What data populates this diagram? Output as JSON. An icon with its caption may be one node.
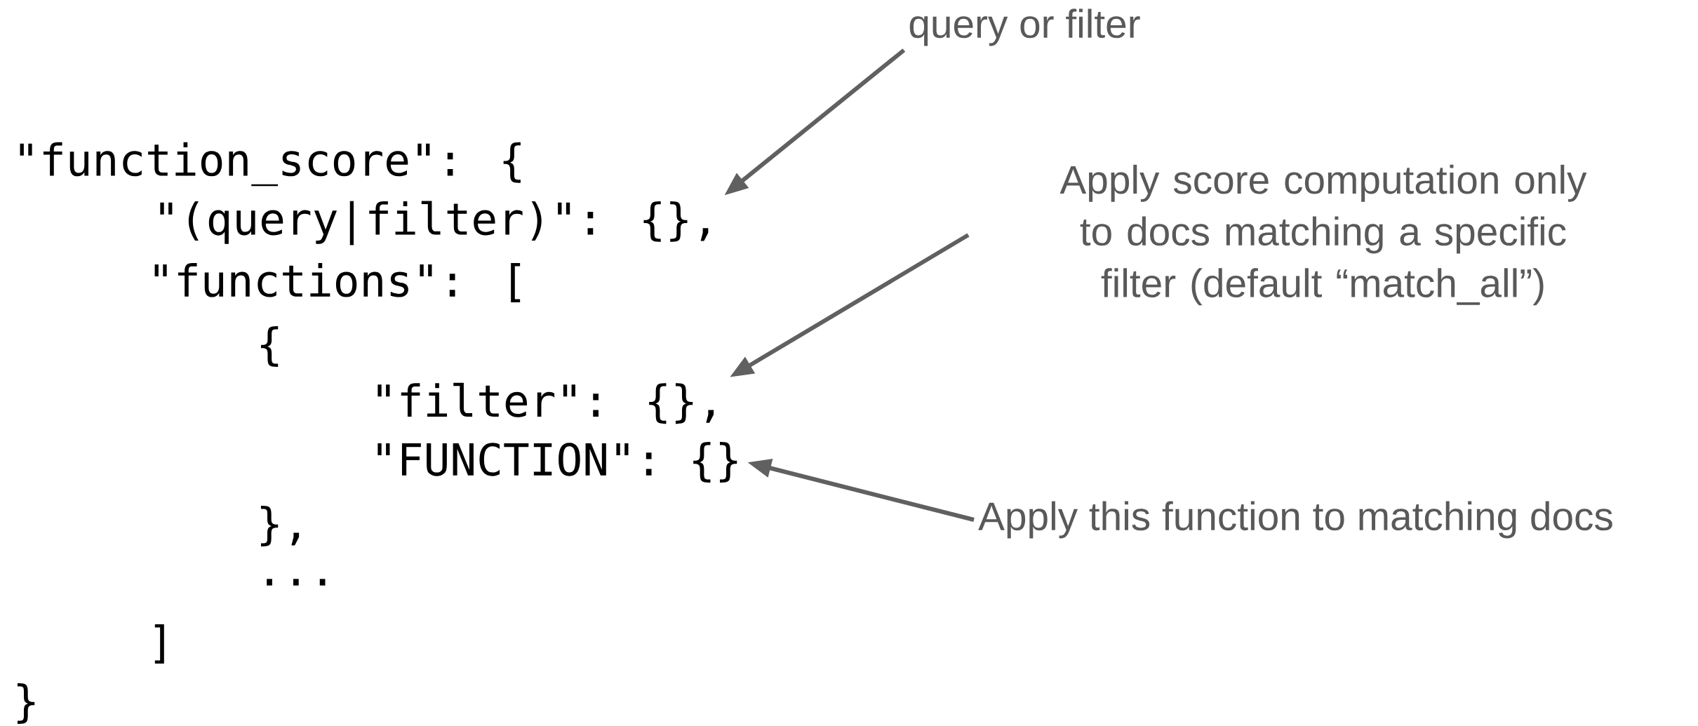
{
  "diagram": {
    "nodes": [
      {
        "text": [
          "query or filter"
        ]
      },
      {
        "text": [
          "\"(query|filter)\": {},"
        ]
      },
      {
        "text": [
          "Apply score computation only to docs matching a specific filter (default “match_all”)"
        ]
      },
      {
        "text": [
          "\"filter\": {},"
        ]
      },
      {
        "text": [
          "\"FUNCTION\": {}"
        ]
      },
      {
        "text": [
          "Apply this function to matching docs"
        ]
      }
    ],
    "edges": [
      {
        "from": 0,
        "to": 1,
        "arrow": "to"
      },
      {
        "from": 2,
        "to": 3,
        "arrow": "to"
      },
      {
        "from": 5,
        "to": 4,
        "arrow": "to"
      }
    ],
    "labels": [
      "\"function_score\": {",
      "\"functions\": [",
      "{",
      "},",
      "...",
      "]",
      "}"
    ]
  }
}
